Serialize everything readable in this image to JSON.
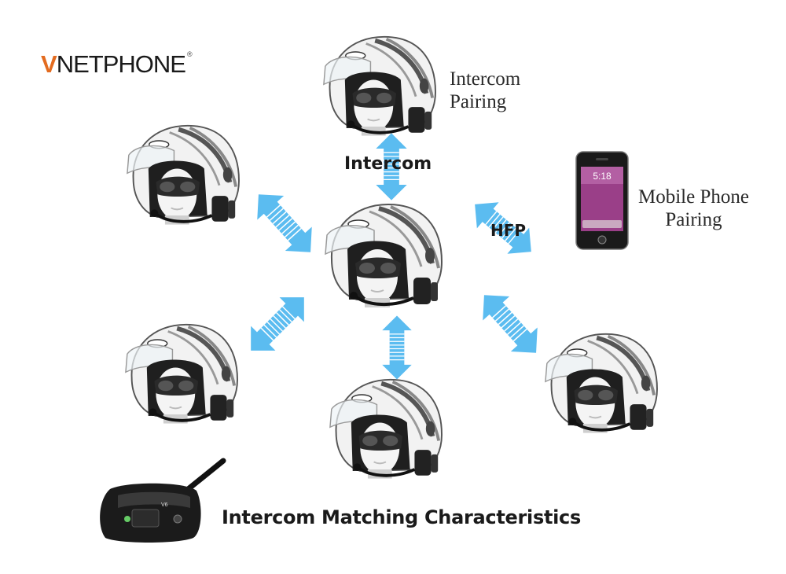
{
  "brand": {
    "v": "V",
    "rest": "NETPHONE",
    "reg": "®"
  },
  "labels": {
    "intercom_pairing_line1": "Intercom",
    "intercom_pairing_line2": "Pairing",
    "intercom_arrow": "Intercom",
    "hfp_arrow": "HFP",
    "mobile_line1": "Mobile Phone",
    "mobile_line2": "Pairing",
    "footer": "Intercom Matching Characteristics"
  },
  "phone": {
    "time": "5:18"
  },
  "device": {
    "brand_text": "V6"
  },
  "colors": {
    "arrow": "#5bbcf0",
    "logo_v": "#e36b1f",
    "phone_screen": "#9a3f88"
  },
  "helmets": [
    {
      "name": "helmet-top"
    },
    {
      "name": "helmet-upper-left"
    },
    {
      "name": "helmet-center"
    },
    {
      "name": "helmet-lower-left"
    },
    {
      "name": "helmet-bottom"
    },
    {
      "name": "helmet-lower-right"
    }
  ]
}
